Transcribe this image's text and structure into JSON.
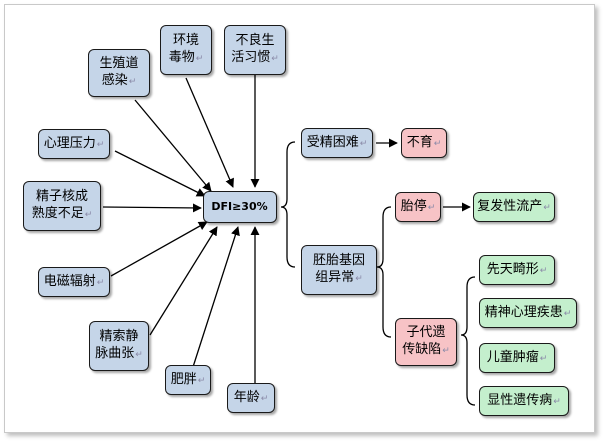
{
  "diagram": {
    "center": "DFI≥30%",
    "factors": {
      "reproductive_tract_infection": "生殖道\n感染",
      "environmental_toxins": "环境\n毒物",
      "bad_habits": "不良生\n活习惯",
      "psychological_stress": "心理压力",
      "sperm_immaturity": "精子核成\n熟度不足",
      "electromagnetic_radiation": "电磁辐射",
      "varicocele": "精索静\n脉曲张",
      "obesity": "肥胖",
      "age": "年龄"
    },
    "outcomes": {
      "fertilization_difficulty": "受精困难",
      "infertility": "不育",
      "embryo_abnormality": "胚胎基因\n组异常",
      "embryo_arrest": "胎停",
      "recurrent_miscarriage": "复发性流产",
      "offspring_defects": "子代遗\n传缺陷",
      "birth_defects": "先天畸形",
      "mental_disorders": "精神心理疾患",
      "childhood_tumors": "儿童肿瘤",
      "dominant_genetic_disease": "显性遗传病"
    }
  }
}
